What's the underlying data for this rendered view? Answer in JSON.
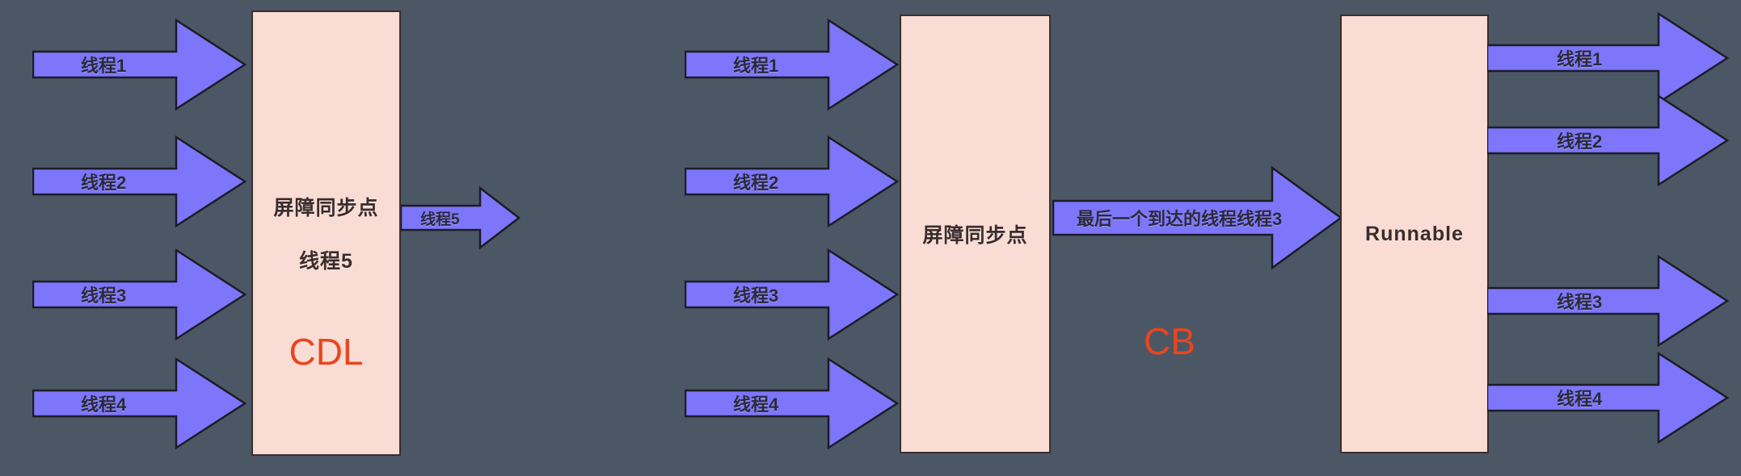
{
  "diagram": {
    "background_color": "#4c5765",
    "box_fill_color": "#f9dcd4",
    "arrow_fill_color": "#7d76fb",
    "accent_color": "#e8461e"
  },
  "section_cdl": {
    "inputs": [
      {
        "label": "线程1"
      },
      {
        "label": "线程2"
      },
      {
        "label": "线程3"
      },
      {
        "label": "线程4"
      }
    ],
    "box": {
      "title": "屏障同步点",
      "subtitle": "线程5",
      "tag": "CDL"
    },
    "output": {
      "label": "线程5"
    }
  },
  "section_cb": {
    "inputs": [
      {
        "label": "线程1"
      },
      {
        "label": "线程2"
      },
      {
        "label": "线程3"
      },
      {
        "label": "线程4"
      }
    ],
    "barrier_box": {
      "title": "屏障同步点"
    },
    "transition": {
      "label": "最后一个到达的线程线程3"
    },
    "tag": "CB",
    "runnable_box": {
      "title": "Runnable"
    },
    "outputs": [
      {
        "label": "线程1"
      },
      {
        "label": "线程2"
      },
      {
        "label": "线程3"
      },
      {
        "label": "线程4"
      }
    ]
  }
}
